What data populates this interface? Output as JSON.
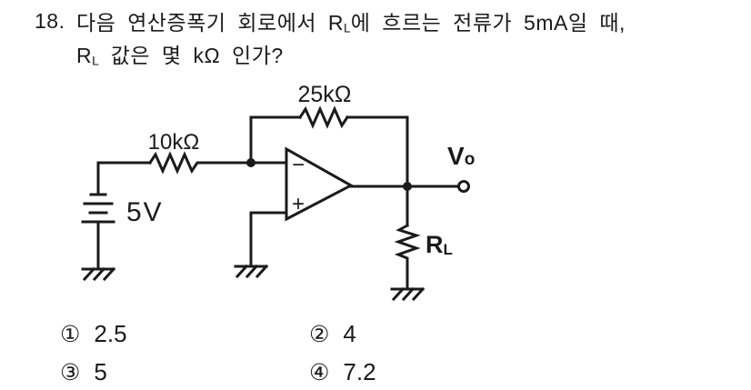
{
  "colors": {
    "ink": "#1b1b1b",
    "background": "#ffffff"
  },
  "question": {
    "number": "18.",
    "line1_pre": "다음 연산증폭기 회로에서 R",
    "line1_sub": "L",
    "line1_post": "에 흐르는 전류가 5mA일 때,",
    "line2_pre": "R",
    "line2_sub": "L",
    "line2_post": " 값은 몇 kΩ 인가?"
  },
  "circuit": {
    "feedback_resistor_label": "25kΩ",
    "input_resistor_label": "10kΩ",
    "source_voltage_label": "5V",
    "opamp_inverting_sign": "−",
    "opamp_noninverting_sign": "+",
    "output_label_main": "V",
    "output_label_sub": "o",
    "load_label_main": "R",
    "load_label_sub": "L"
  },
  "options": [
    {
      "marker": "①",
      "label": "2.5"
    },
    {
      "marker": "②",
      "label": "4"
    },
    {
      "marker": "③",
      "label": "5"
    },
    {
      "marker": "④",
      "label": "7.2"
    }
  ]
}
